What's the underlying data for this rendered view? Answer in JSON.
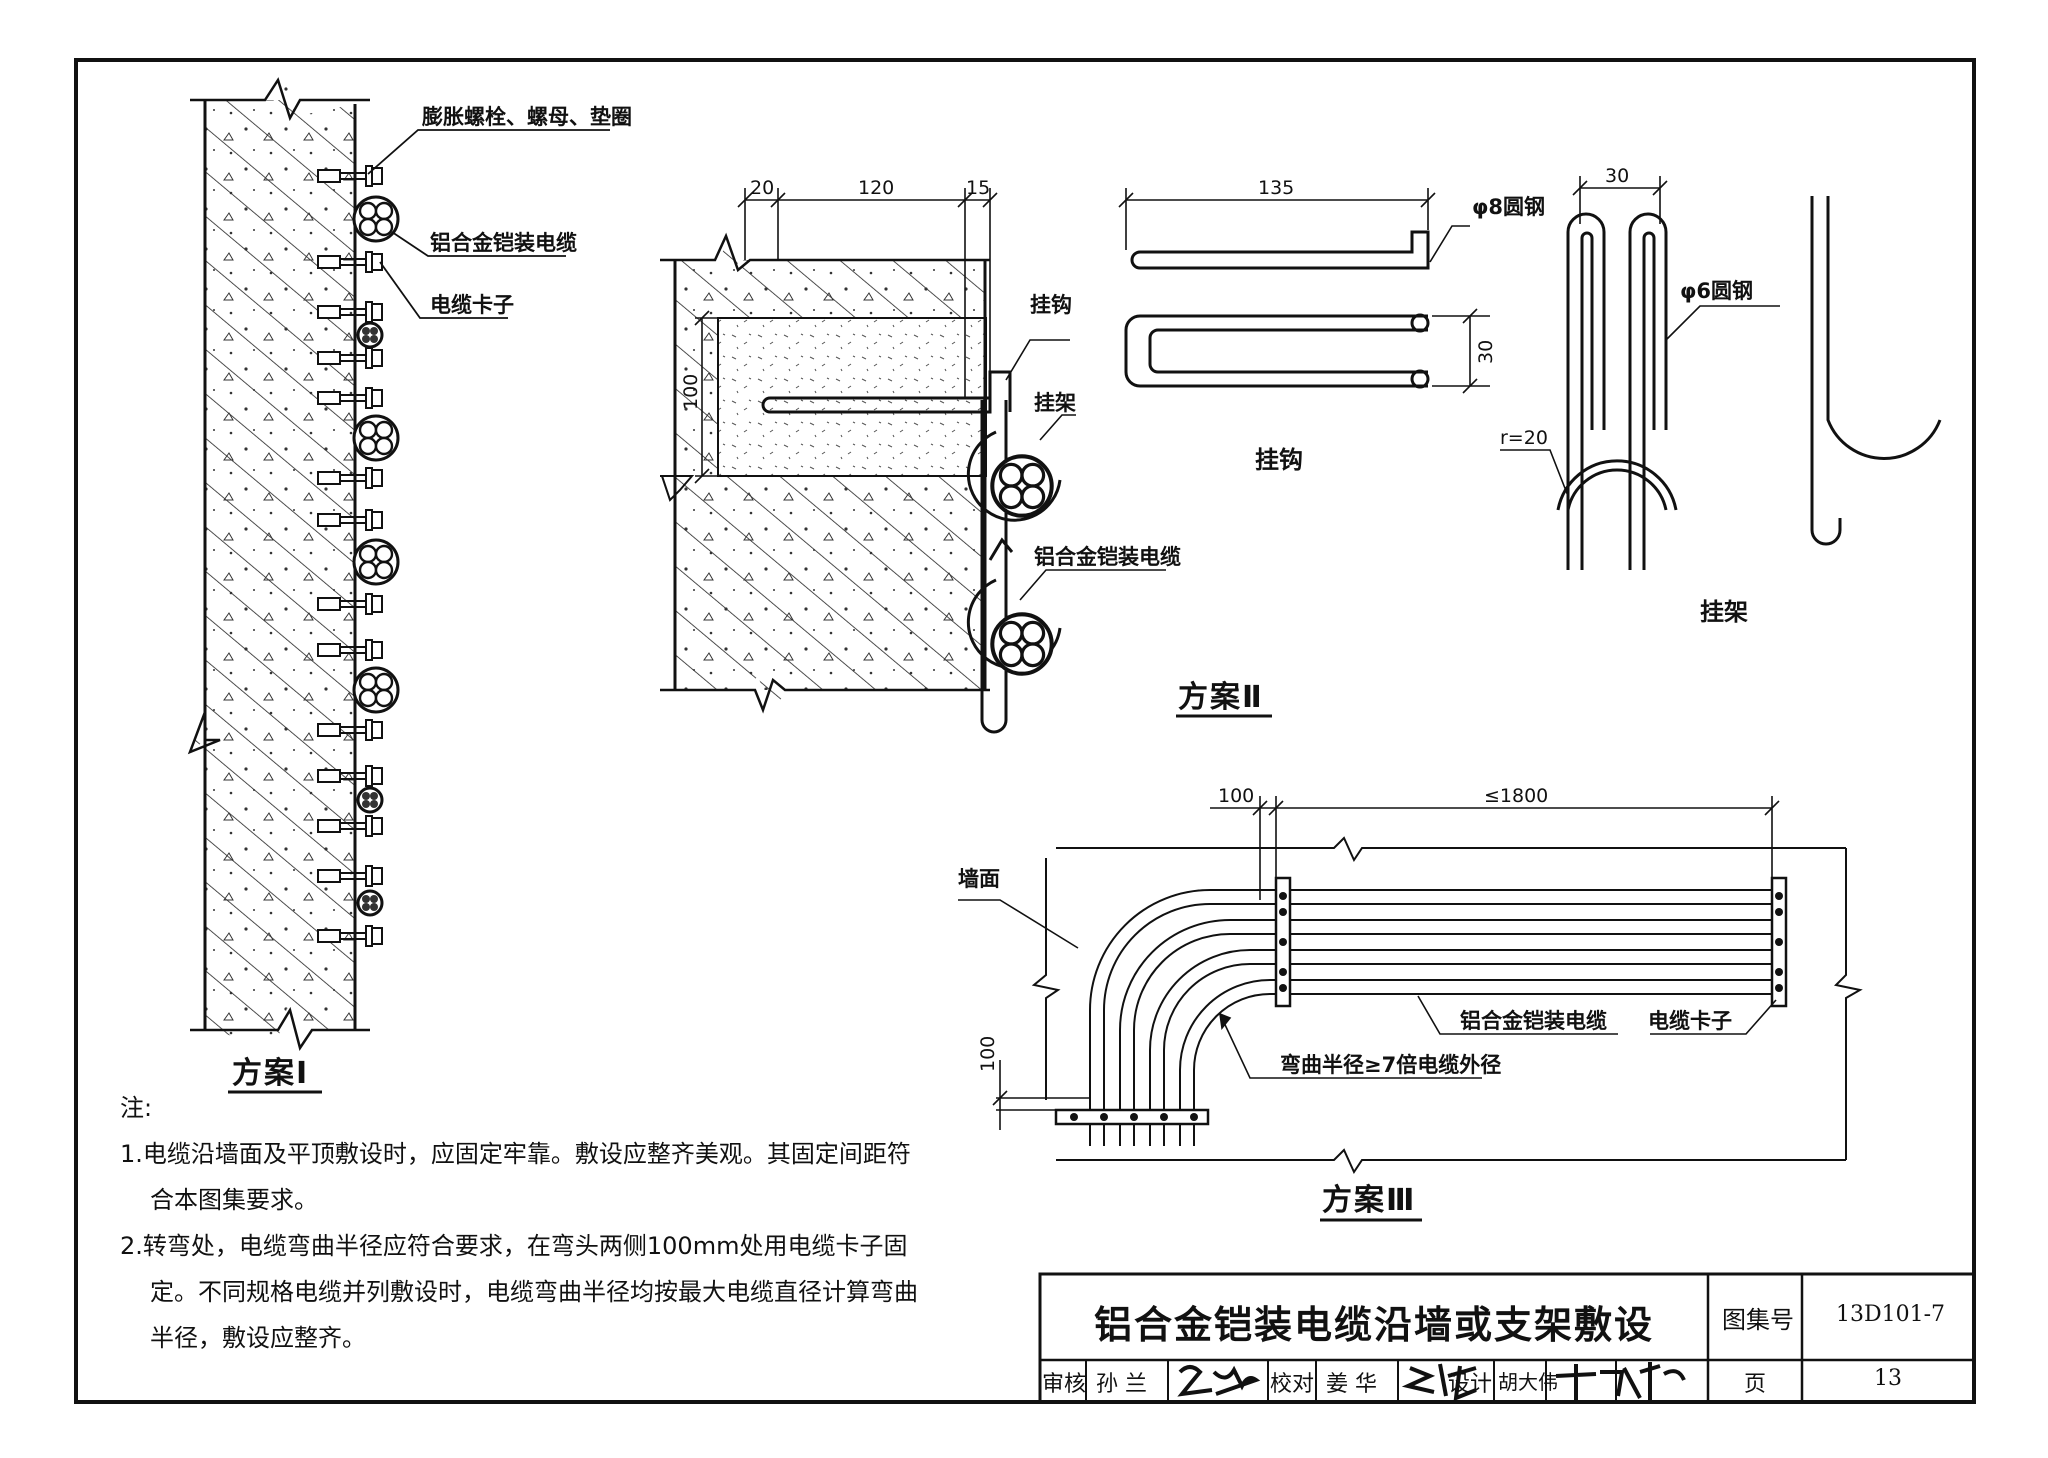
{
  "scheme1": {
    "caption": "方案Ⅰ",
    "label_bolt": "膨胀螺栓、螺母、垫圈",
    "label_cable": "铝合金铠装电缆",
    "label_clamp": "电缆卡子"
  },
  "scheme2": {
    "caption": "方案Ⅱ",
    "dims": {
      "d20": "20",
      "d120": "120",
      "d15": "15",
      "d100": "100",
      "d135": "135",
      "d30a": "30",
      "d30b": "30",
      "r20": "r=20"
    },
    "label_hook": "挂钩",
    "label_bracket": "挂架",
    "label_cable": "铝合金铠装电缆",
    "label_d8": "φ8圆钢",
    "label_d6": "φ6圆钢",
    "caption_hook": "挂钩",
    "caption_bracket": "挂架"
  },
  "scheme3": {
    "caption": "方案Ⅲ",
    "dim_100_top": "100",
    "dim_1800": "≤1800",
    "dim_100_side": "100",
    "label_wall": "墙面",
    "label_cable": "铝合金铠装电缆",
    "label_clamp": "电缆卡子",
    "label_bend": "弯曲半径≥7倍电缆外径"
  },
  "notes": {
    "head": "注:",
    "items": [
      "1.电缆沿墙面及平顶敷设时，应固定牢靠。敷设应整齐美观。其固定间距符合本图集要求。",
      "2.转弯处，电缆弯曲半径应符合要求，在弯头两侧100mm处用电缆卡子固定。不同规格电缆并列敷设时，电缆弯曲半径均按最大电缆直径计算弯曲半径，敷设应整齐。"
    ]
  },
  "titleblock": {
    "title": "铝合金铠装电缆沿墙或支架敷设",
    "atlas_label": "图集号",
    "atlas_no": "13D101-7",
    "review_label": "审核",
    "review_name": "孙 兰",
    "check_label": "校对",
    "check_name": "姜 华",
    "design_label": "设计",
    "design_name": "胡大伟",
    "page_label": "页",
    "page_no": "13"
  }
}
